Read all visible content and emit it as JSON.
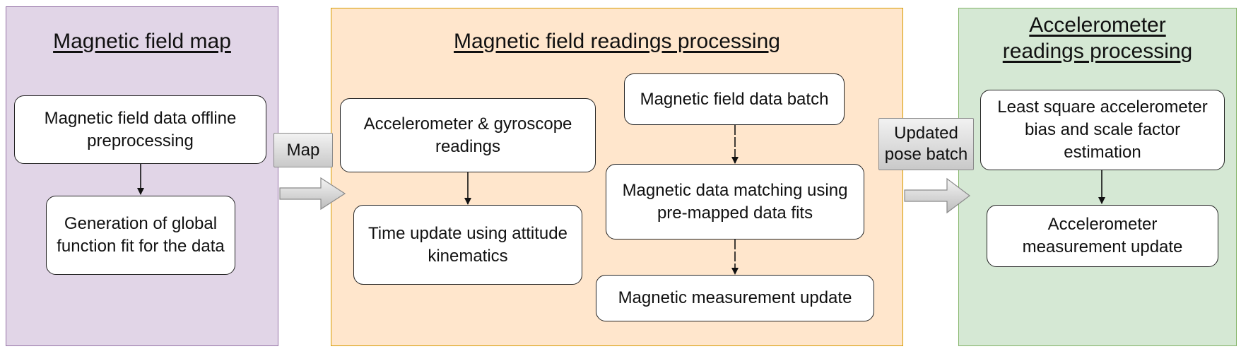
{
  "panels": {
    "map": {
      "title": "Magnetic field map",
      "fill": "#e1d5e7",
      "stroke": "#9673a6",
      "boxes": {
        "preprocessing": "Magnetic field data offline preprocessing",
        "global_fit": "Generation of global function fit for the data"
      }
    },
    "mag_processing": {
      "title": "Magnetic field readings processing",
      "fill": "#ffe6cc",
      "stroke": "#d79b00",
      "boxes": {
        "imu_readings": "Accelerometer & gyroscope readings",
        "time_update": "Time update using attitude kinematics",
        "data_batch": "Magnetic field data batch",
        "matching": "Magnetic data matching using pre-mapped data fits",
        "mag_update": "Magnetic measurement update"
      }
    },
    "acc_processing": {
      "title": "Accelerometer readings processing",
      "fill": "#d5e8d4",
      "stroke": "#82b366",
      "boxes": {
        "least_square": "Least square accelerometer bias and scale factor estimation",
        "acc_update": "Accelerometer measurement update"
      }
    }
  },
  "connectors": {
    "map_label": "Map",
    "pose_label": "Updated pose batch"
  }
}
